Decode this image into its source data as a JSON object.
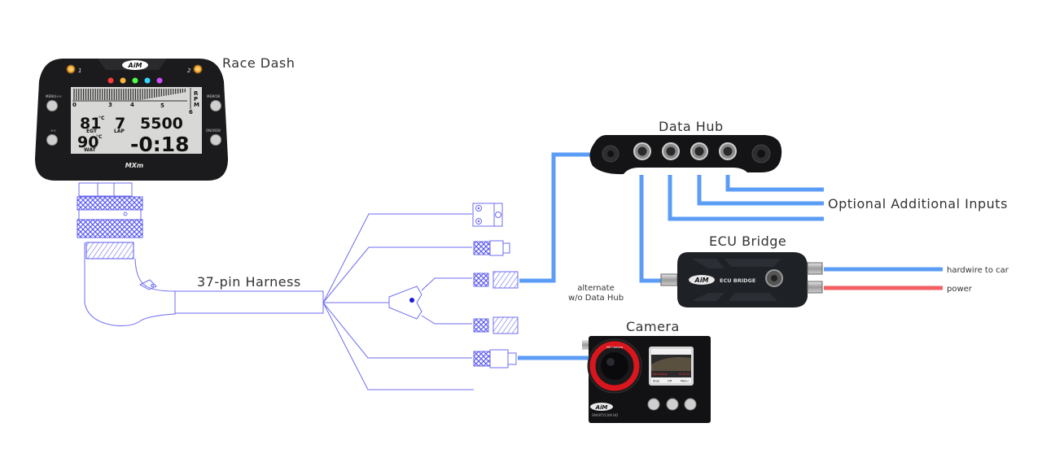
{
  "labels": {
    "race_dash": "Race Dash",
    "harness": "37-pin Harness",
    "data_hub": "Data Hub",
    "optional_inputs": "Optional Additional Inputs",
    "ecu_bridge": "ECU Bridge",
    "alternate_line1": "alternate",
    "alternate_line2": "w/o Data Hub",
    "hardwire": "hardwire to car",
    "power": "power",
    "camera": "Camera"
  },
  "race_dash": {
    "model": "MXm",
    "brand": "AiM",
    "led_colors": [
      "#ff3b3b",
      "#ffb33b",
      "#4cff4c",
      "#33d6ff",
      "#d24cff"
    ],
    "alarm_led_color": "#ffaa2a",
    "alarm_led_left": "1",
    "alarm_led_right": "2",
    "buttons": {
      "top_left": "MENU/<<",
      "bottom_left": "<<",
      "top_right": "MEM/OK",
      "bottom_right": "ON/VIEW"
    },
    "lcd": {
      "rpm_label": [
        "R",
        "P",
        "M"
      ],
      "rpm_ticks": [
        "0",
        "3",
        "4",
        "5",
        "6"
      ],
      "egt_value": "81",
      "egt_unit": "°C",
      "egt_label": "EGT",
      "lap_value": "7",
      "lap_label": "LAP",
      "rpm_value": "5500",
      "wat_value": "90",
      "wat_unit": "°C",
      "wat_label": "WAT",
      "delta_time": "-0:18"
    }
  },
  "ecu_bridge": {
    "brand": "AiM",
    "device_text": "ECU BRIDGE"
  },
  "camera": {
    "brand": "AiM",
    "model_text": "SMARTYCAM HD",
    "lens_ring_text": "HD Camera",
    "screen_status": "Recording",
    "screen_time": "0:01:23",
    "screen_buttons": [
      "Stop",
      "Off",
      "Menu"
    ]
  },
  "colors": {
    "signal_wire": "#5b9df6",
    "power_wire": "#f36064",
    "alternate_wire": "#c5dcfb",
    "harness_outline": "#6c6cf0"
  }
}
